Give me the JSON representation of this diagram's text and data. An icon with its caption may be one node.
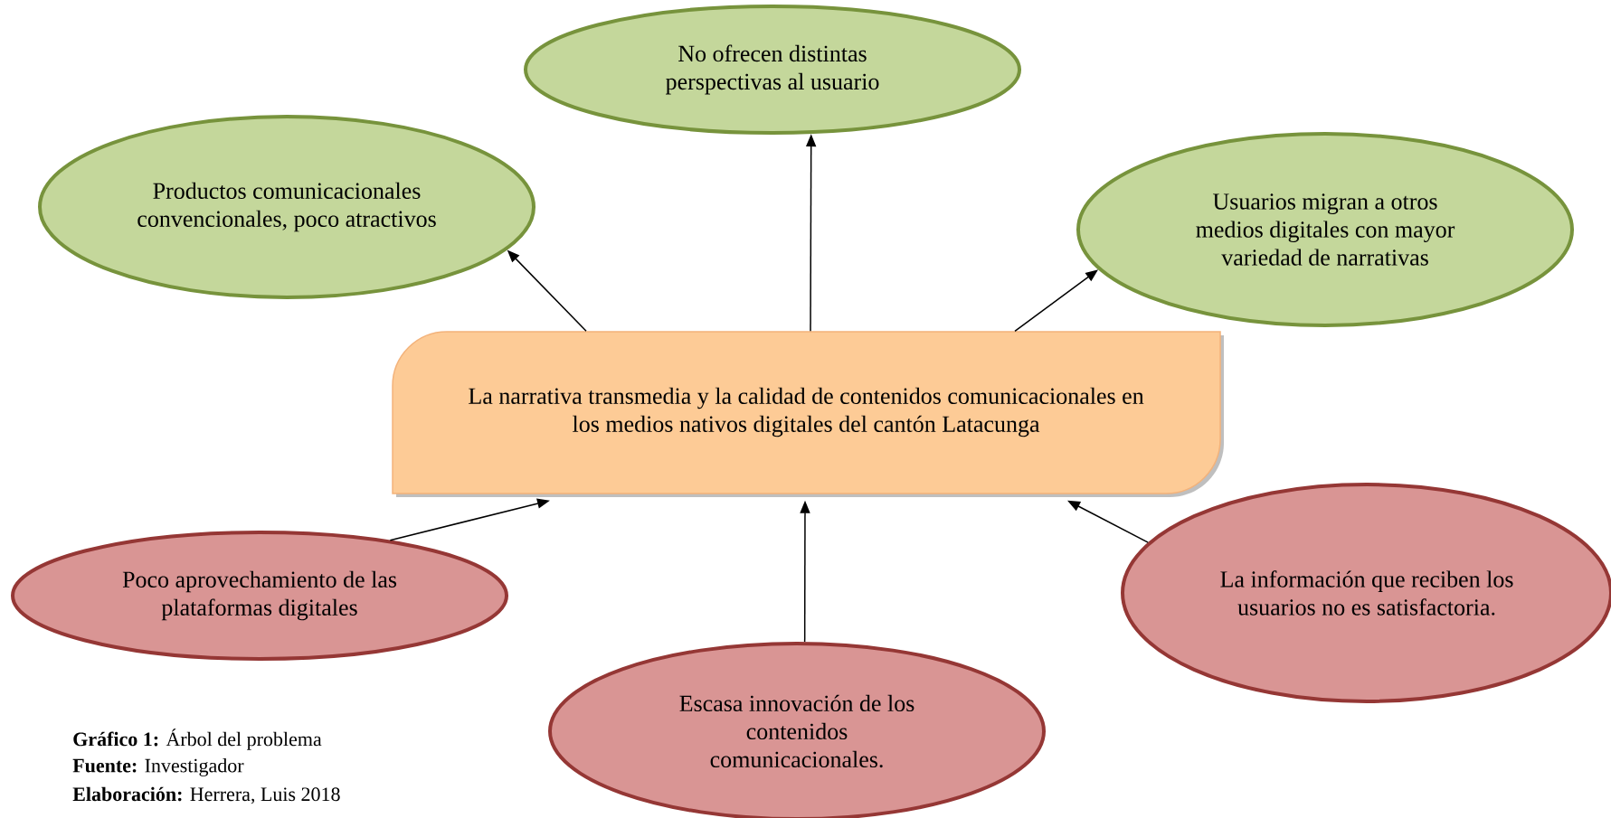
{
  "diagram": {
    "nodes": [
      {
        "text": [
          "No ofrecen distintas perspectivas al usuario"
        ]
      },
      {
        "text": [
          "Productos comunicacionales convencionales, poco atractivos"
        ]
      },
      {
        "text": [
          "Usuarios migran a otros medios digitales con mayor variedad de narrativas"
        ]
      },
      {
        "text": [
          "La narrativa transmedia y la calidad de contenidos comunicacionales en los medios nativos digitales del cantón Latacunga"
        ]
      },
      {
        "text": [
          "Poco aprovechamiento de las plataformas digitales"
        ]
      },
      {
        "text": [
          "Escasa innovación de los contenidos comunicacionales."
        ]
      },
      {
        "text": [
          "La información que reciben los usuarios no es satisfactoria."
        ]
      }
    ],
    "edges": [
      {
        "from": 3,
        "to": 1,
        "arrow": "to"
      },
      {
        "from": 3,
        "to": 0,
        "arrow": "to"
      },
      {
        "from": 3,
        "to": 2,
        "arrow": "to"
      },
      {
        "from": 4,
        "to": 3,
        "arrow": "to"
      },
      {
        "from": 5,
        "to": 3,
        "arrow": "to"
      },
      {
        "from": 6,
        "to": 3,
        "arrow": "to"
      }
    ],
    "labels": [
      "**Gráfico 1:** Árbol del problema",
      "**Fuente:** Investigador",
      "**Elaboración:** Herrera, Luis 2018"
    ]
  }
}
